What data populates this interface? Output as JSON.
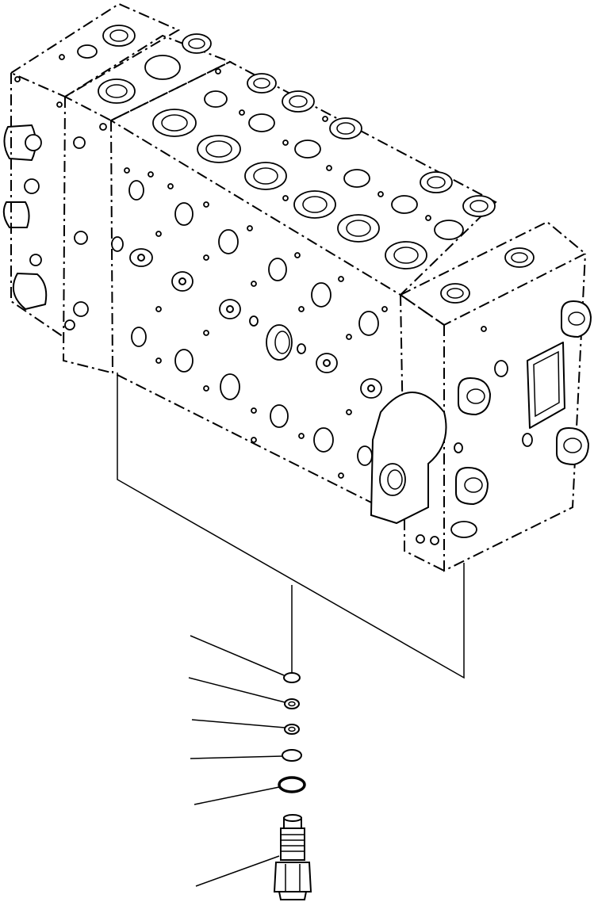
{
  "diagram": {
    "parts": [
      {
        "name": "control-valve-body"
      },
      {
        "name": "o-ring-1"
      },
      {
        "name": "backup-ring"
      },
      {
        "name": "o-ring-2"
      },
      {
        "name": "o-ring-3"
      },
      {
        "name": "o-ring-4"
      },
      {
        "name": "relief-valve-cartridge"
      }
    ],
    "colors": {
      "line": "#000000",
      "background": "#ffffff"
    }
  }
}
